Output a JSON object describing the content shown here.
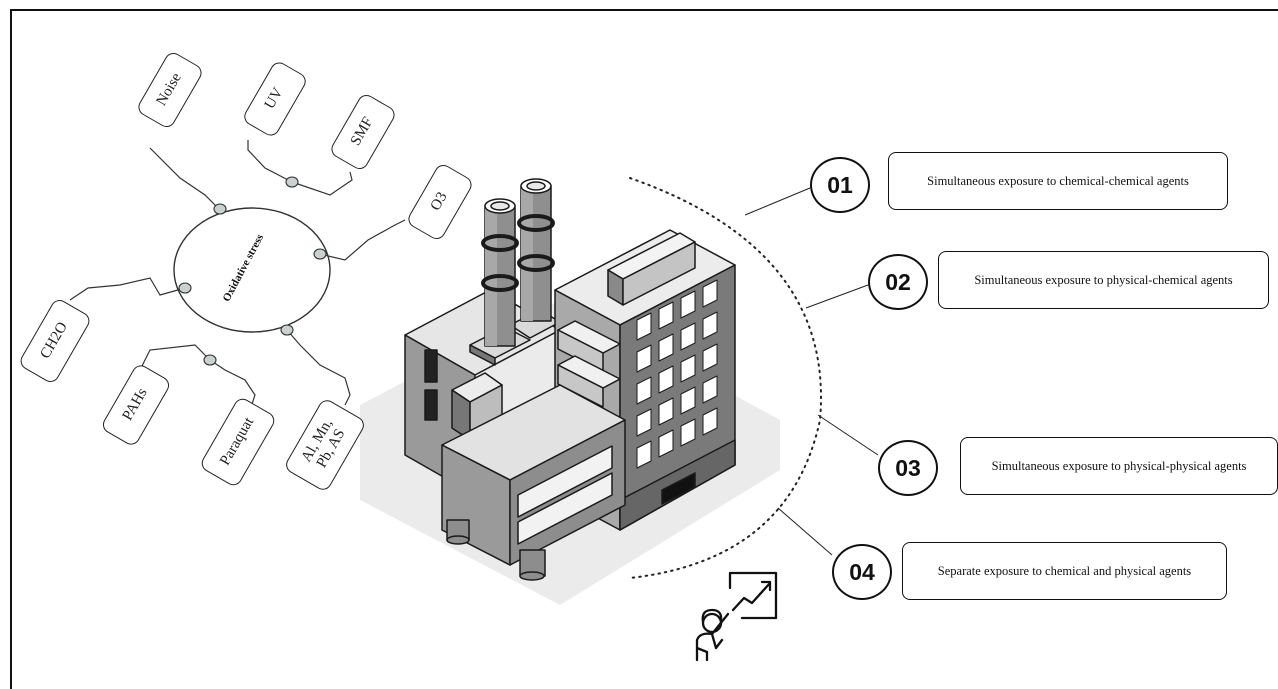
{
  "center": {
    "label": "Oxidative stress"
  },
  "agents": {
    "noise": "Noise",
    "uv": "UV",
    "smf": "SMF",
    "o3": "O3",
    "ch2o": "CH2O",
    "pahs": "PAHs",
    "paraquat": "Paraquat",
    "metals_line1": "Al, Mn,",
    "metals_line2": "Pb, AS"
  },
  "exposures": [
    {
      "number": "01",
      "label": "Simultaneous exposure to chemical-chemical agents"
    },
    {
      "number": "02",
      "label": "Simultaneous exposure to physical-chemical agents"
    },
    {
      "number": "03",
      "label": "Simultaneous exposure to physical-physical agents"
    },
    {
      "number": "04",
      "label": "Separate exposure to chemical and physical agents"
    }
  ],
  "icons": {
    "factory": "factory-icon",
    "presenter": "presenter-chart-icon"
  }
}
